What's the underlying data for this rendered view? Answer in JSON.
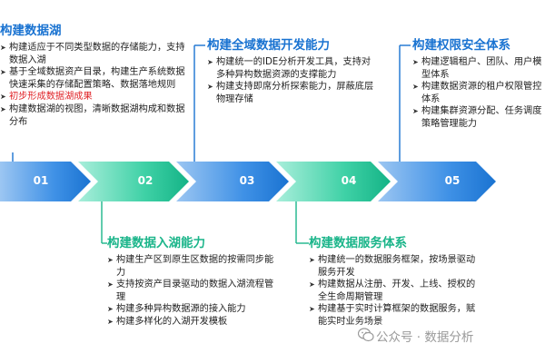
{
  "colors": {
    "blue": "#1a73d1",
    "green": "#1bb58a",
    "red": "#e0262a"
  },
  "steps": [
    {
      "num": "01",
      "color": "blue"
    },
    {
      "num": "02",
      "color": "green"
    },
    {
      "num": "03",
      "color": "blue"
    },
    {
      "num": "04",
      "color": "green"
    },
    {
      "num": "05",
      "color": "blue"
    }
  ],
  "block1": {
    "title": "构建数据湖",
    "items": [
      {
        "text": "构建适应于不同类型数据的存储能力，支持数据入湖",
        "highlight": false
      },
      {
        "text": "基于全域数据资产目录，构建生产系统数据快速采集的存储配置策略、数据落地规则",
        "highlight": false
      },
      {
        "text": "初步形成数据湖成果",
        "highlight": true
      },
      {
        "text": "构建数据湖的视图，清晰数据湖构成和数据分布",
        "highlight": false
      }
    ]
  },
  "block2": {
    "title": "构建数据入湖能力",
    "items": [
      {
        "text": "构建生产区到原生区数据的按需同步能力"
      },
      {
        "text": "支持按资产目录驱动的数据入湖流程管理"
      },
      {
        "text": "构建多种异构数据源的接入能力"
      },
      {
        "text": "构建多样化的入湖开发模板"
      }
    ]
  },
  "block3": {
    "title": "构建全域数据开发能力",
    "items": [
      {
        "text": "构建统一的IDE分析开发工具，支持对多种异构数据资源的支撑能力"
      },
      {
        "text": "构建支持即席分析探索能力，屏蔽底层物理存储"
      }
    ]
  },
  "block4": {
    "title": "构建数据服务体系",
    "items": [
      {
        "text": "构建统一的数据服务框架，按场景驱动服务开发"
      },
      {
        "text": "构建数据从注册、开发、上线、授权的全生命周期管理"
      },
      {
        "text": "构建基于实时计算框架的数据服务，赋能实时业务场景"
      }
    ]
  },
  "block5": {
    "title": "构建权限安全体系",
    "items": [
      {
        "text": "构建逻辑租户、团队、用户模型体系"
      },
      {
        "text": "构建数据资源的租户权限管控体系"
      },
      {
        "text": "构建集群资源分配、任务调度策略管理能力"
      }
    ]
  },
  "watermark": {
    "text": "公众号 · 数据分析",
    "icon": "wechat-icon"
  }
}
